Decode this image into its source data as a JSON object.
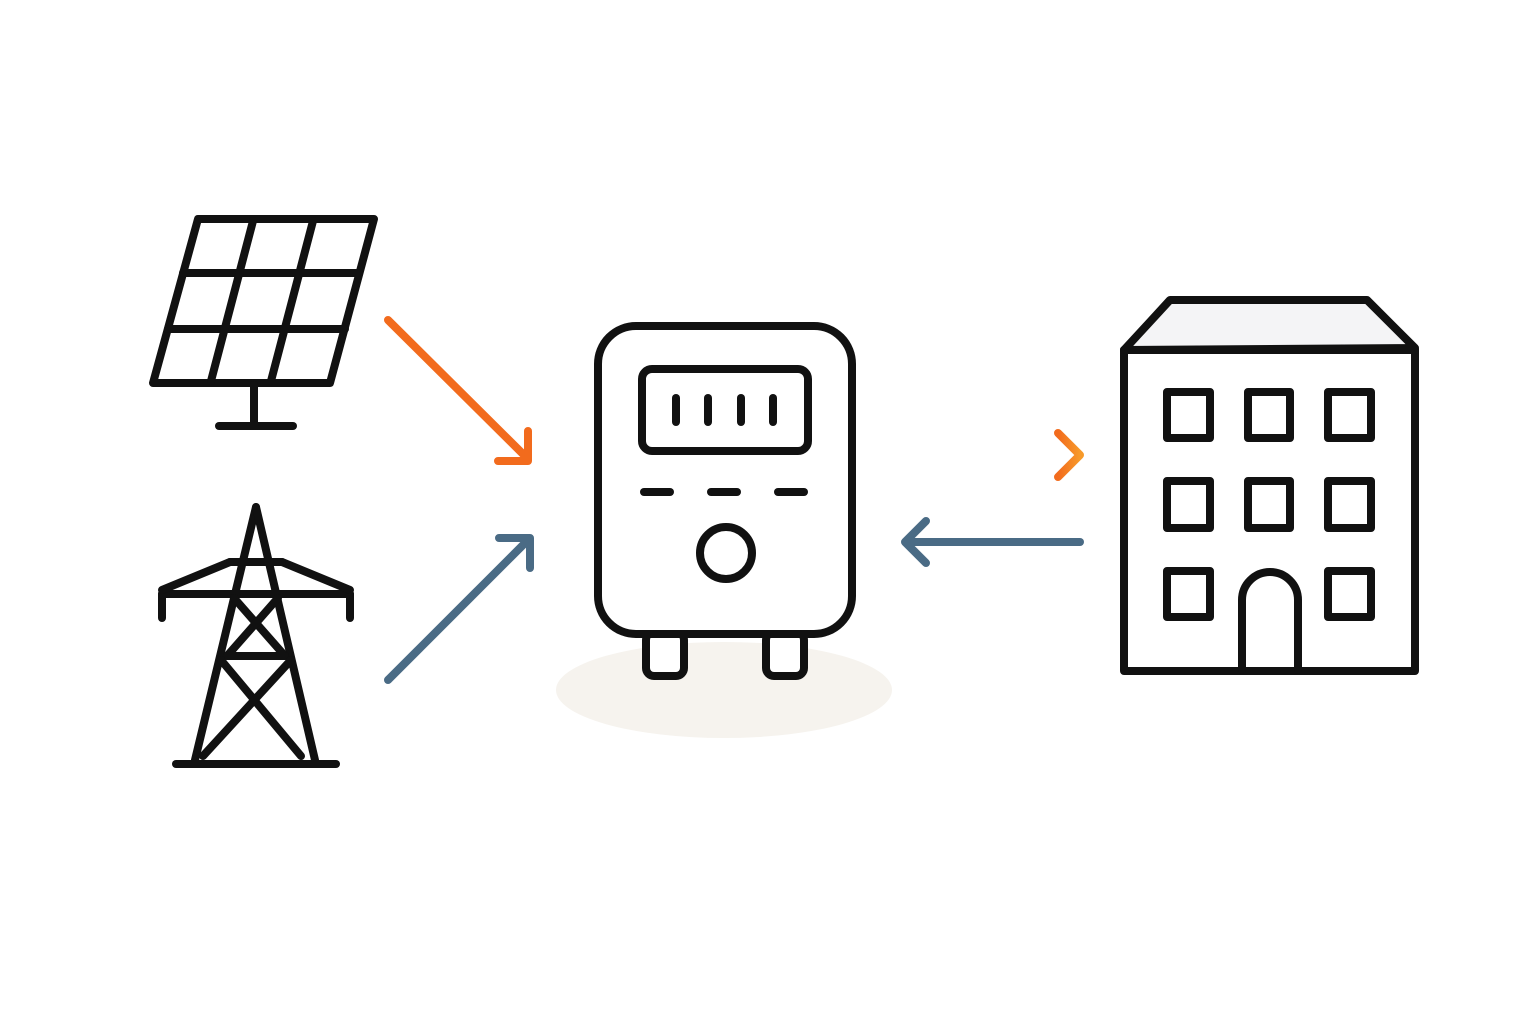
{
  "diagram": {
    "nodes": [
      {
        "id": "solar",
        "icon": "solar-panel-icon"
      },
      {
        "id": "grid",
        "icon": "power-pylon-icon"
      },
      {
        "id": "battery",
        "icon": "battery-storage-unit-icon"
      },
      {
        "id": "building",
        "icon": "building-icon"
      }
    ],
    "edges": [
      {
        "from": "solar",
        "to": "battery",
        "color": "#f26b1d",
        "style": "solid"
      },
      {
        "from": "grid",
        "to": "battery",
        "color": "#4a6b85",
        "style": "solid"
      },
      {
        "from": "battery",
        "to": "building",
        "color": "#f47a22",
        "style": "solid"
      },
      {
        "from": "building",
        "to": "battery",
        "color": "#4a6b85",
        "style": "solid"
      }
    ],
    "colors": {
      "outline": "#111111",
      "solar_flow": "#f26b1d",
      "grid_flow": "#4a6b85",
      "shadow": "#f6f3ee",
      "panel_fill": "#ffffff",
      "roof_fill": "#f4f4f6"
    }
  }
}
